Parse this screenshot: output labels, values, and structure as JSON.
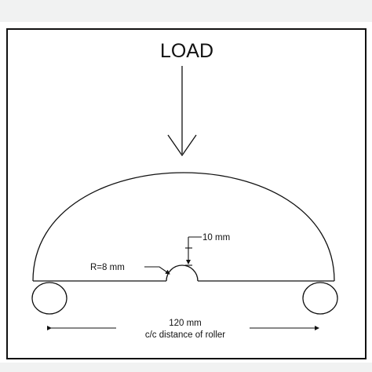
{
  "diagram": {
    "load_label": "LOAD",
    "radius_label": "R=8 mm",
    "height_label": "10 mm",
    "span_value": "120 mm",
    "span_caption": "c/c distance of roller",
    "colors": {
      "ink": "#111111",
      "background": "#ffffff",
      "border_bands": "#f1f2f2"
    }
  }
}
